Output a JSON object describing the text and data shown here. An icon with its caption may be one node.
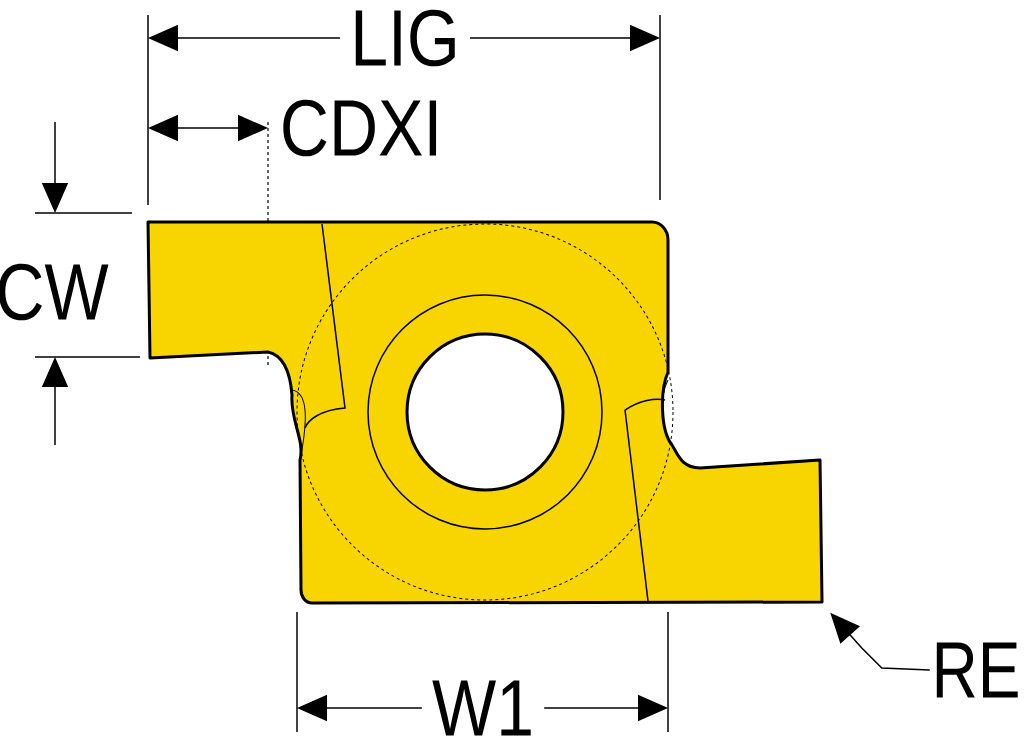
{
  "diagram": {
    "nodes": [
      {
        "text": [],
        "shape": "picture"
      },
      {
        "text": [
          "RE"
        ]
      }
    ],
    "edges": [
      {
        "from": 1,
        "to": 0,
        "arrow": "to"
      }
    ],
    "labels": [
      "LIG",
      "CDXI",
      "CW",
      "W1"
    ]
  }
}
